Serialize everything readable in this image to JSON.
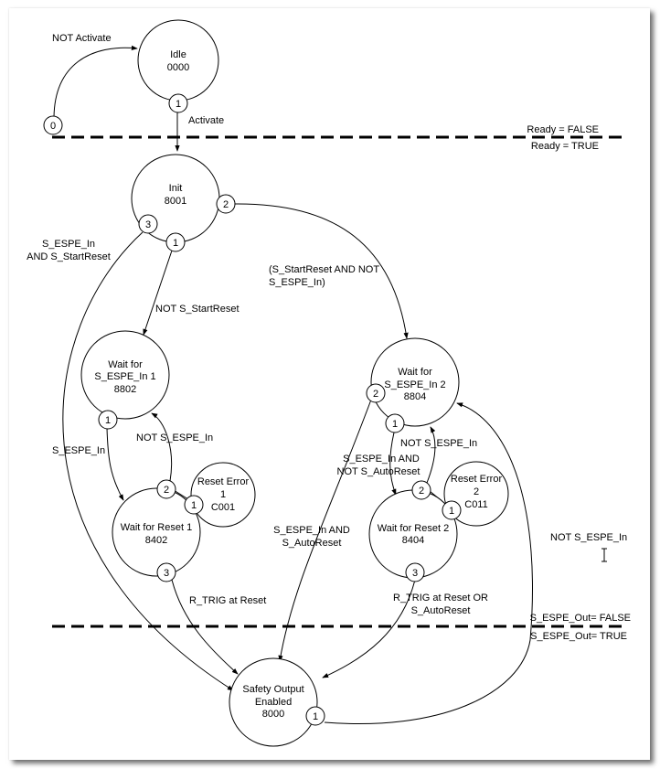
{
  "diagram": {
    "type": "state-machine",
    "states": [
      {
        "id": "idle",
        "lines": [
          "Idle",
          "0000"
        ]
      },
      {
        "id": "init",
        "lines": [
          "Init",
          "8001"
        ]
      },
      {
        "id": "wait-espe-1",
        "lines": [
          "Wait for",
          "S_ESPE_In 1",
          "8802"
        ]
      },
      {
        "id": "wait-espe-2",
        "lines": [
          "Wait for",
          "S_ESPE_In 2",
          "8804"
        ]
      },
      {
        "id": "wait-reset-1",
        "lines": [
          "Wait for Reset 1",
          "8402"
        ]
      },
      {
        "id": "wait-reset-2",
        "lines": [
          "Wait for Reset 2",
          "8404"
        ]
      },
      {
        "id": "reset-error-1",
        "lines": [
          "Reset Error",
          "1",
          "C001"
        ]
      },
      {
        "id": "reset-error-2",
        "lines": [
          "Reset Error",
          "2",
          "C011"
        ]
      },
      {
        "id": "safety-output",
        "lines": [
          "Safety Output",
          "Enabled",
          "8000"
        ]
      }
    ],
    "ports": {
      "idle-0": "0",
      "idle-1": "1",
      "init-1": "1",
      "init-2": "2",
      "init-3": "3",
      "w1-1": "1",
      "wr1-1": "1",
      "wr1-2": "2",
      "wr1-3": "3",
      "w2-1": "1",
      "w2-2": "2",
      "wr2-1": "1",
      "wr2-2": "2",
      "wr2-3": "3",
      "safe-1": "1"
    },
    "transitions": [
      {
        "from": "idle",
        "to": "idle",
        "port": "0",
        "lines": [
          "NOT Activate"
        ]
      },
      {
        "from": "idle",
        "to": "init",
        "port": "1",
        "lines": [
          "Activate"
        ]
      },
      {
        "from": "init",
        "to": "wait-espe-1",
        "port": "1",
        "lines": [
          "NOT S_StartReset"
        ]
      },
      {
        "from": "init",
        "to": "wait-espe-2",
        "port": "2",
        "lines": [
          "(S_StartReset AND NOT",
          "S_ESPE_In)"
        ]
      },
      {
        "from": "init",
        "to": "safety-output",
        "port": "3",
        "lines": [
          "S_ESPE_In",
          "AND S_StartReset"
        ]
      },
      {
        "from": "wait-espe-1",
        "to": "wait-reset-1",
        "port": "1",
        "lines": [
          "S_ESPE_In"
        ]
      },
      {
        "from": "wait-reset-1",
        "to": "wait-espe-1",
        "port": "2",
        "lines": [
          "NOT S_ESPE_In"
        ]
      },
      {
        "from": "wait-reset-1",
        "to": "reset-error-1",
        "port": "1",
        "lines": []
      },
      {
        "from": "wait-reset-1",
        "to": "safety-output",
        "port": "3",
        "lines": [
          "R_TRIG at Reset"
        ]
      },
      {
        "from": "wait-espe-2",
        "to": "wait-reset-2",
        "port": "1",
        "lines": [
          "S_ESPE_In AND",
          "NOT S_AutoReset"
        ]
      },
      {
        "from": "wait-espe-2",
        "to": "safety-output",
        "port": "2",
        "lines": [
          "S_ESPE_In AND",
          "S_AutoReset"
        ]
      },
      {
        "from": "wait-reset-2",
        "to": "wait-espe-2",
        "port": "2",
        "lines": [
          "NOT S_ESPE_In"
        ]
      },
      {
        "from": "wait-reset-2",
        "to": "reset-error-2",
        "port": "1",
        "lines": []
      },
      {
        "from": "wait-reset-2",
        "to": "safety-output",
        "port": "3",
        "lines": [
          "R_TRIG at Reset OR",
          "S_AutoReset"
        ]
      },
      {
        "from": "safety-output",
        "to": "wait-espe-2",
        "port": "1",
        "lines": [
          "NOT S_ESPE_In"
        ]
      }
    ],
    "dividers": [
      {
        "id": "ready",
        "above": "Ready = FALSE",
        "below": "Ready = TRUE"
      },
      {
        "id": "espe-out",
        "above": "S_ESPE_Out= FALSE",
        "below": "S_ESPE_Out= TRUE"
      }
    ]
  },
  "cursor": "text-cursor"
}
